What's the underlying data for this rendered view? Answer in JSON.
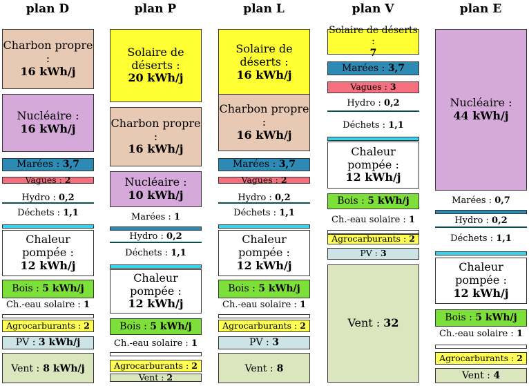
{
  "colors": {
    "coal": "#e8c9b3",
    "nuclear": "#d5aadb",
    "solar": "#ffff33",
    "tide": "#2d8ab5",
    "waves": "#f5707f",
    "waste": "#33d6f2",
    "heatpump": "#ffffff",
    "wood": "#7cdf3a",
    "solarwater": "#ffffff",
    "biofuel": "#ffff55",
    "pv": "#cce4e6",
    "wind": "#dbe6bf"
  },
  "plans": [
    {
      "title": "plan D",
      "items": [
        {
          "kind": "box",
          "label": "Charbon propre :",
          "value": "16 kWh/j",
          "color": "coal"
        },
        {
          "kind": "box",
          "label": "Nucléaire :",
          "value": "16 kWh/j",
          "color": "nuclear"
        },
        {
          "kind": "row",
          "label": "Marées :",
          "value": "3,7",
          "color": "tide"
        },
        {
          "kind": "row",
          "label": "Vagues :",
          "value": "2",
          "color": "waves"
        },
        {
          "kind": "line",
          "label": "Hydro :",
          "value": "0,2"
        },
        {
          "kind": "lineabove",
          "label": "Déchets :",
          "value": "1,1",
          "color": "waste"
        },
        {
          "kind": "box",
          "label": "Chaleur pompée :",
          "value": "12 kWh/j",
          "color": "heatpump"
        },
        {
          "kind": "row",
          "label": "Bois :",
          "value": "5 kWh/j",
          "color": "wood"
        },
        {
          "kind": "lineabove",
          "label": "Ch.-eau solaire :",
          "value": "1",
          "color": "solarwater"
        },
        {
          "kind": "row",
          "label": "Agrocarburants :",
          "value": "2",
          "color": "biofuel"
        },
        {
          "kind": "row",
          "label": "PV :",
          "value": "3 kWh/j",
          "color": "pv"
        },
        {
          "kind": "box",
          "label": "Vent :",
          "value": "8 kWh/j",
          "color": "wind"
        }
      ]
    },
    {
      "title": "plan P",
      "items": [
        {
          "kind": "box",
          "label": "Solaire de déserts :",
          "value": "20 kWh/j",
          "color": "solar"
        },
        {
          "kind": "box",
          "label": "Charbon propre :",
          "value": "16 kWh/j",
          "color": "coal"
        },
        {
          "kind": "box",
          "label": "Nucléaire :",
          "value": "10 kWh/j",
          "color": "nuclear"
        },
        {
          "kind": "lineabove",
          "label": "Marées :",
          "value": "1",
          "color": "tide"
        },
        {
          "kind": "line",
          "label": "Hydro :",
          "value": "0,2"
        },
        {
          "kind": "lineabove",
          "label": "Déchets :",
          "value": "1,1",
          "color": "waste"
        },
        {
          "kind": "box",
          "label": "Chaleur pompée :",
          "value": "12 kWh/j",
          "color": "heatpump"
        },
        {
          "kind": "row",
          "label": "Bois :",
          "value": "5 kWh/j",
          "color": "wood"
        },
        {
          "kind": "lineabove",
          "label": "Ch.-eau solaire :",
          "value": "1",
          "color": "solarwater"
        },
        {
          "kind": "row",
          "label": "Agrocarburants :",
          "value": "2",
          "color": "biofuel"
        },
        {
          "kind": "row",
          "label": "Vent :",
          "value": "2",
          "color": "wind"
        }
      ]
    },
    {
      "title": "plan L",
      "items": [
        {
          "kind": "box",
          "label": "Solaire de déserts :",
          "value": "16 kWh/j",
          "color": "solar"
        },
        {
          "kind": "box",
          "label": "Charbon propre :",
          "value": "16 kWh/j",
          "color": "coal"
        },
        {
          "kind": "row",
          "label": "Marées :",
          "value": "3,7",
          "color": "tide"
        },
        {
          "kind": "row",
          "label": "Vagues :",
          "value": "2",
          "color": "waves"
        },
        {
          "kind": "line",
          "label": "Hydro :",
          "value": "0,2"
        },
        {
          "kind": "lineabove",
          "label": "Déchets :",
          "value": "1,1",
          "color": "waste"
        },
        {
          "kind": "box",
          "label": "Chaleur pompée :",
          "value": "12 kWh/j",
          "color": "heatpump"
        },
        {
          "kind": "row",
          "label": "Bois :",
          "value": "5 kWh/j",
          "color": "wood"
        },
        {
          "kind": "lineabove",
          "label": "Ch.-eau solaire :",
          "value": "1",
          "color": "solarwater"
        },
        {
          "kind": "row",
          "label": "Agrocarburants :",
          "value": "2",
          "color": "biofuel"
        },
        {
          "kind": "row",
          "label": "PV :",
          "value": "3",
          "color": "pv"
        },
        {
          "kind": "box",
          "label": "Vent :",
          "value": "8",
          "color": "wind"
        }
      ]
    },
    {
      "title": "plan V",
      "items": [
        {
          "kind": "box",
          "label": "Solaire de déserts :",
          "value": "7",
          "color": "solar"
        },
        {
          "kind": "row",
          "label": "Marées :",
          "value": "3,7",
          "color": "tide"
        },
        {
          "kind": "row",
          "label": "Vagues :",
          "value": "3",
          "color": "waves"
        },
        {
          "kind": "line",
          "label": "Hydro :",
          "value": "0,2"
        },
        {
          "kind": "lineabove",
          "label": "Déchets :",
          "value": "1,1",
          "color": "waste"
        },
        {
          "kind": "box",
          "label": "Chaleur pompée :",
          "value": "12 kWh/j",
          "color": "heatpump"
        },
        {
          "kind": "row",
          "label": "Bois :",
          "value": "5 kWh/j",
          "color": "wood"
        },
        {
          "kind": "lineabove",
          "label": "Ch.-eau solaire :",
          "value": "1",
          "color": "solarwater"
        },
        {
          "kind": "row",
          "label": "Agrocarburants :",
          "value": "2",
          "color": "biofuel"
        },
        {
          "kind": "row",
          "label": "PV :",
          "value": "3",
          "color": "pv"
        },
        {
          "kind": "box",
          "label": "Vent :",
          "value": "32",
          "color": "wind"
        }
      ]
    },
    {
      "title": "plan E",
      "items": [
        {
          "kind": "box",
          "label": "Nucléaire :",
          "value": "44 kWh/j",
          "color": "nuclear"
        },
        {
          "kind": "lineabove",
          "label": "Marées :",
          "value": "0,7",
          "color": "tide"
        },
        {
          "kind": "line",
          "label": "Hydro :",
          "value": "0,2"
        },
        {
          "kind": "lineabove",
          "label": "Déchets :",
          "value": "1,1",
          "color": "waste"
        },
        {
          "kind": "box",
          "label": "Chaleur pompée :",
          "value": "12 kWh/j",
          "color": "heatpump"
        },
        {
          "kind": "row",
          "label": "Bois :",
          "value": "5 kWh/j",
          "color": "wood"
        },
        {
          "kind": "lineabove",
          "label": "Ch.-eau solaire :",
          "value": "1",
          "color": "solarwater"
        },
        {
          "kind": "row",
          "label": "Agrocarburants :",
          "value": "2",
          "color": "biofuel"
        },
        {
          "kind": "row",
          "label": "Vent :",
          "value": "4",
          "color": "wind"
        }
      ]
    }
  ]
}
